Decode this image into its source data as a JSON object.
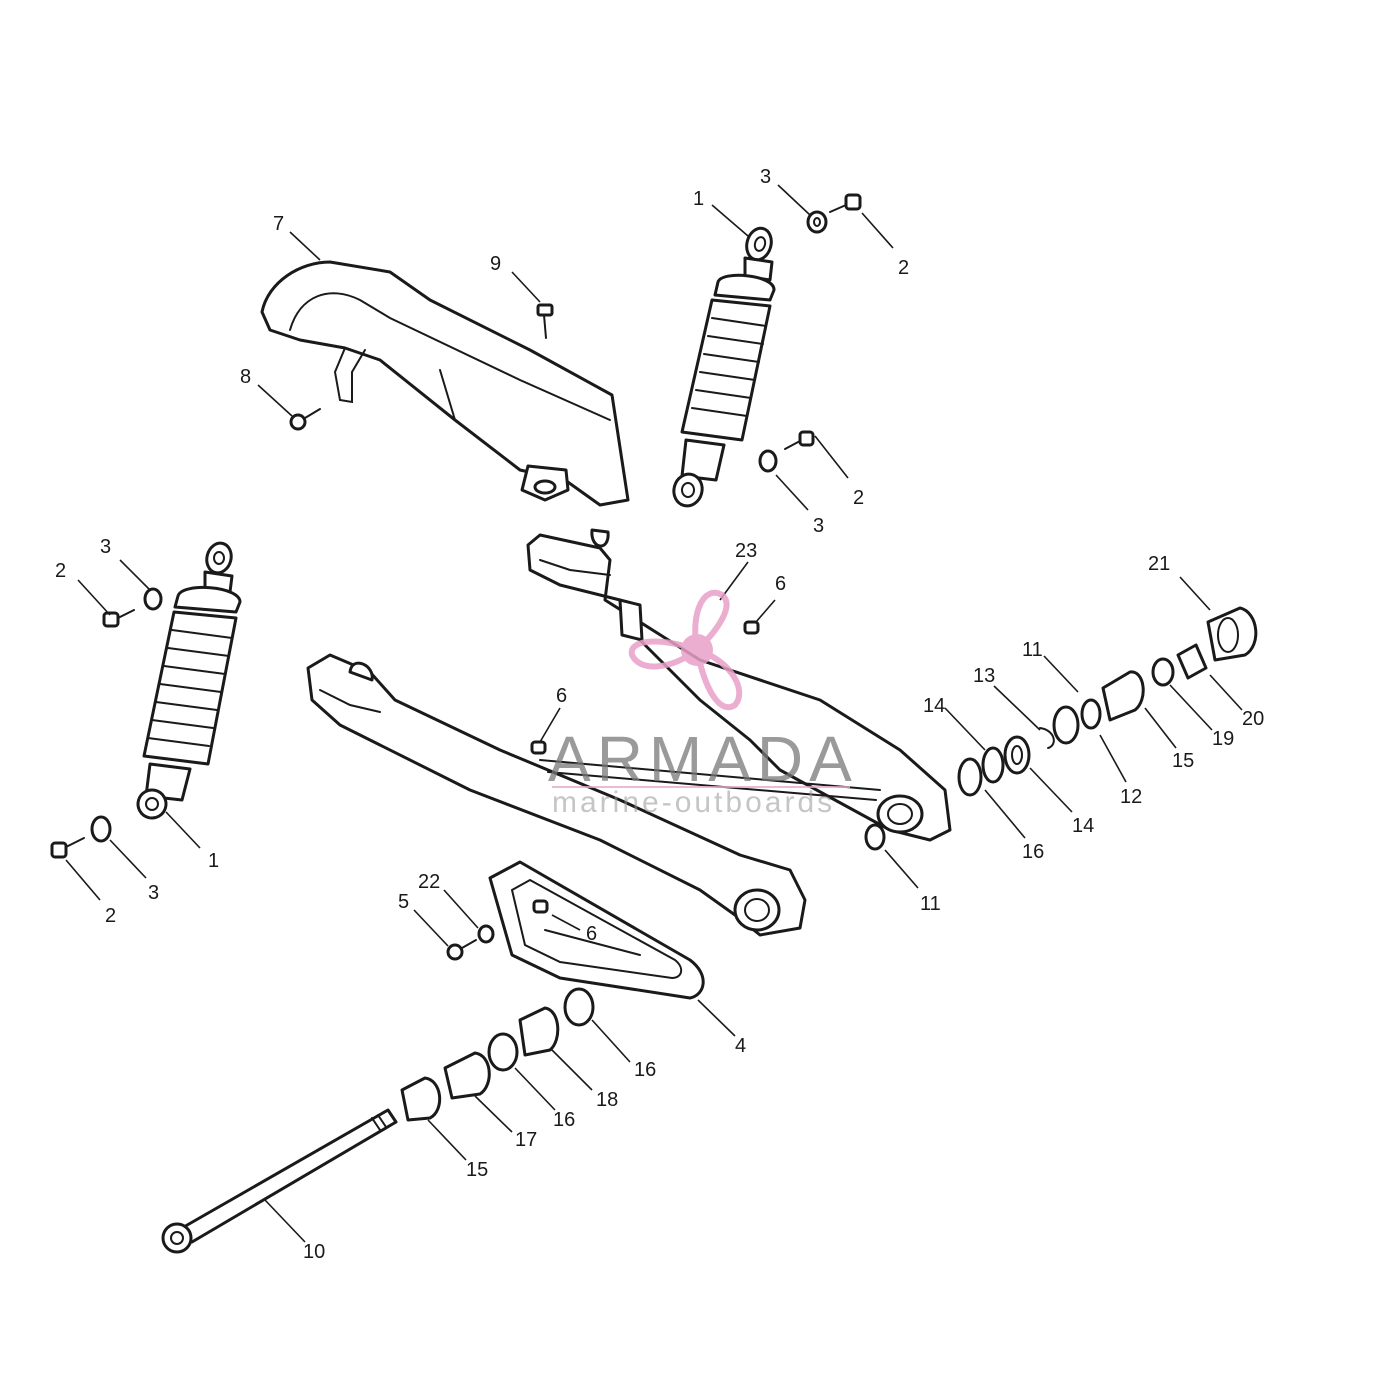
{
  "diagram": {
    "callouts": [
      "7",
      "9",
      "8",
      "1",
      "3",
      "2",
      "2",
      "3",
      "3",
      "2",
      "1",
      "3",
      "2",
      "23",
      "6",
      "6",
      "21",
      "11",
      "13",
      "14",
      "20",
      "19",
      "15",
      "12",
      "14",
      "16",
      "11",
      "22",
      "5",
      "6",
      "4",
      "16",
      "18",
      "16",
      "17",
      "15",
      "10"
    ]
  },
  "watermark": {
    "brand": "ARMADA",
    "tagline": "marine-outboards",
    "logo_icon": "propeller-icon",
    "accent_color": "#e8a0c8"
  }
}
